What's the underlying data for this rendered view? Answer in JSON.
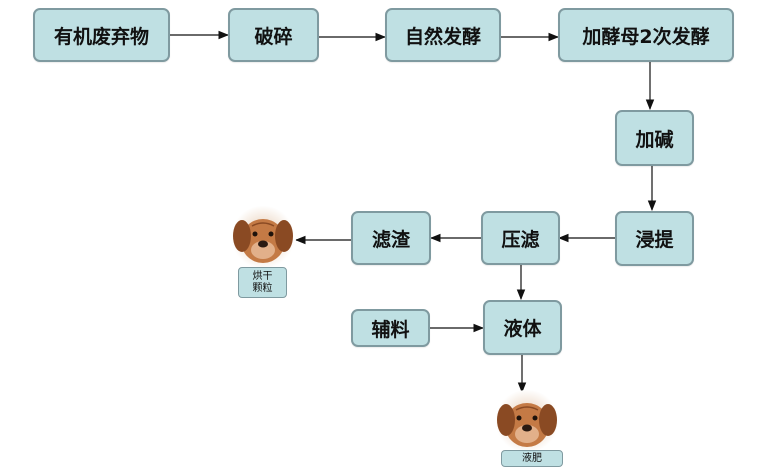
{
  "nodes": {
    "organic_waste": "有机废弃物",
    "crush": "破碎",
    "natural_ferment": "自然发酵",
    "enzyme_ferment": "加酵母2次发酵",
    "add_alkali": "加碱",
    "leach": "浸提",
    "press_filter": "压滤",
    "residue": "滤渣",
    "liquid": "液体",
    "auxiliary": "辅料"
  },
  "outputs": {
    "granules": "烘干\n颗粒",
    "liquid_fertilizer": "液肥"
  },
  "colors": {
    "box_fill": "#bfe0e3",
    "box_border": "#7f9aa0",
    "arrow": "#111111"
  },
  "icons": {
    "dog_image": "dog-photo"
  }
}
